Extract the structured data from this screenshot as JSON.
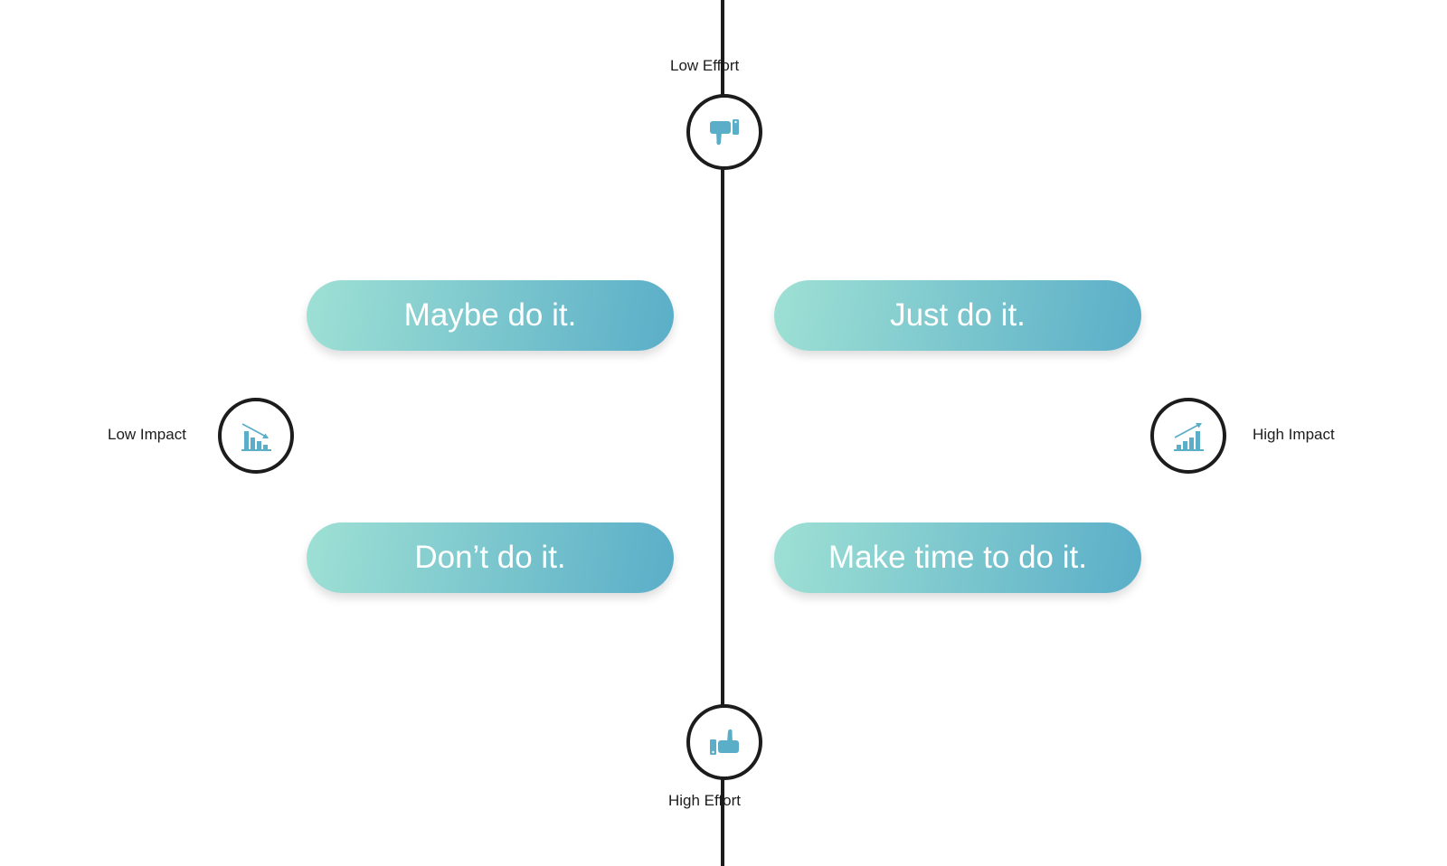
{
  "colors": {
    "axis": "#1c1c1c",
    "icon": "#5aaec8",
    "pill_gradient_start": "#9ee0d4",
    "pill_gradient_end": "#5aaec8",
    "pill_text": "#ffffff"
  },
  "axes": {
    "top_label": "Low Effort",
    "bottom_label": "High Effort",
    "left_label": "Low Impact",
    "right_label": "High Impact"
  },
  "icons": {
    "top": "thumbs-down-icon",
    "bottom": "thumbs-up-icon",
    "left": "bar-chart-decreasing-icon",
    "right": "bar-chart-increasing-icon"
  },
  "quadrants": {
    "top_left": "Maybe do it.",
    "top_right": "Just do it.",
    "bottom_left": "Don’t do it.",
    "bottom_right": "Make time to do it."
  }
}
